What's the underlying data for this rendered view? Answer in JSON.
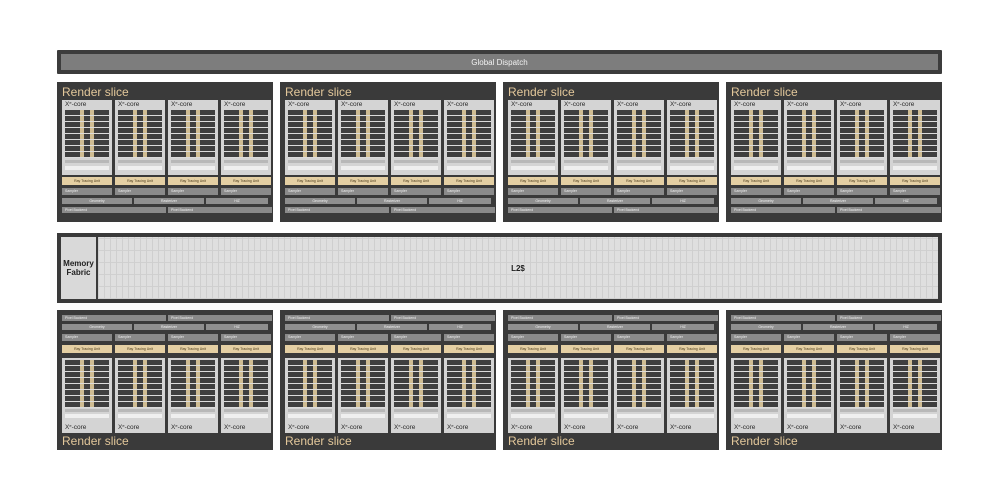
{
  "dispatch_label": "Global Dispatch",
  "memory_fabric_label": "Memory\nFabric",
  "l2_label": "L2$",
  "slice_title": "Render slice",
  "xe_core_base": "X",
  "xe_core_sup": "e",
  "xe_core_suffix": "-core",
  "ray_tracing_label": "Ray Tracing Unit",
  "sampler_label": "Sampler",
  "geometry_label": "Geometry",
  "rasterizer_label": "Rasterizer",
  "hiz_label": "HiZ",
  "pixel_backend_label": "Pixel Backend",
  "slice_count_per_row": 4,
  "xe_cores_per_slice": 4,
  "colors": {
    "slice_bg": "#3a3a3a",
    "slice_title": "#e2c79a",
    "xe_core_bg": "#d4d4d4",
    "ray_tracing": "#e4cfa3",
    "l2_bg": "#dfdfdf"
  }
}
